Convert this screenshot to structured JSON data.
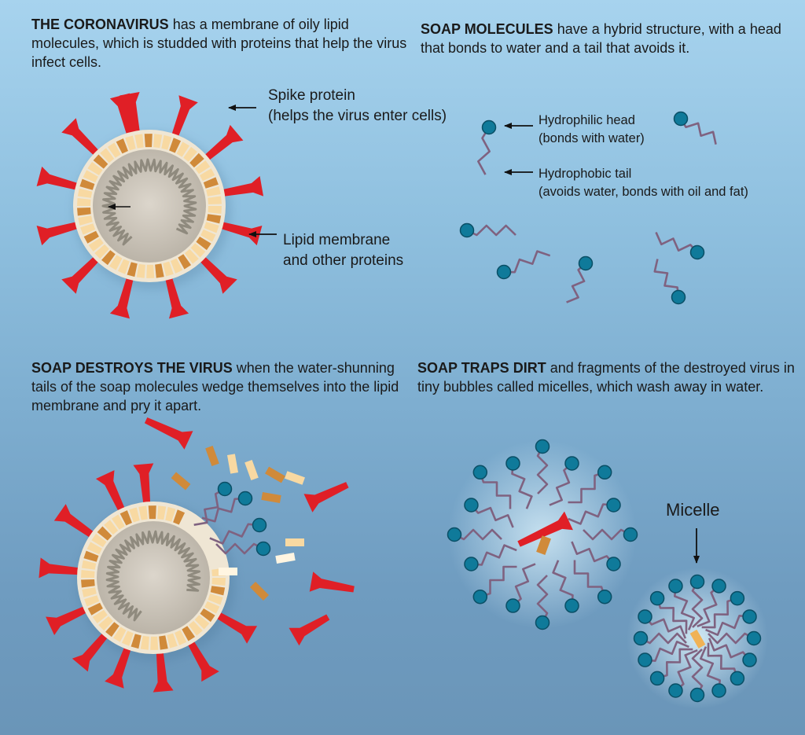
{
  "panels": {
    "coronavirus": {
      "title": "THE CORONAVIRUS",
      "text": " has a membrane of oily lipid molecules, which is studded with proteins that help the virus infect cells."
    },
    "soap_molecules": {
      "title": "SOAP MOLECULES",
      "text": " have a hybrid structure, with a head that bonds to water and a tail that avoids it."
    },
    "soap_destroys": {
      "title": "SOAP DESTROYS THE VIRUS",
      "text": " when the water-shunning tails of the soap molecules wedge themselves into the lipid membrane and pry it apart."
    },
    "soap_traps": {
      "title": "SOAP TRAPS DIRT",
      "text": " and fragments of the destroyed virus in tiny bubbles called micelles, which wash away in water."
    }
  },
  "labels": {
    "spike": "Spike protein\n(helps the virus enter cells)",
    "lipid": "Lipid membrane\nand other proteins",
    "head": "Hydrophilic head\n(bonds with water)",
    "tail": "Hydrophobic tail\n(avoids water, bonds with oil and fat)",
    "micelle": "Micelle"
  },
  "colors": {
    "spike_red": "#e01f26",
    "membrane_light": "#f8d9a2",
    "membrane_dark": "#d08a3a",
    "core_gray": "#c9c2b6",
    "rna_line": "#8f8a7e",
    "soap_head": "#0f7a9a",
    "soap_tail": "#7f6280"
  }
}
